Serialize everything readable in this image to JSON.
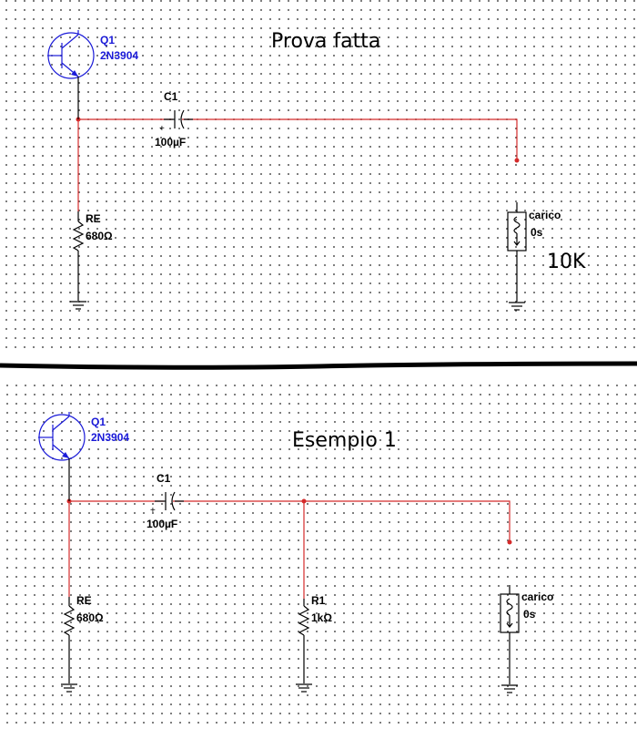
{
  "colors": {
    "wire": "#d42a2a",
    "component": "#000000",
    "transistor": "#1a1ad8",
    "dots": "#5a5a5a"
  },
  "top": {
    "title": "Prova fatta",
    "note": "10K",
    "q1": {
      "name": "Q1",
      "model": "2N3904"
    },
    "c1": {
      "name": "C1",
      "value": "100µF"
    },
    "re": {
      "name": "RE",
      "value": "680Ω"
    },
    "load": {
      "name": "carico",
      "value": "0s"
    }
  },
  "bottom": {
    "title": "Esempio 1",
    "q1": {
      "name": "Q1",
      "model": "2N3904"
    },
    "c1": {
      "name": "C1",
      "value": "100µF"
    },
    "re": {
      "name": "RE",
      "value": "680Ω"
    },
    "r1": {
      "name": "R1",
      "value": "1kΩ"
    },
    "load": {
      "name": "carico",
      "value": "0s"
    }
  }
}
